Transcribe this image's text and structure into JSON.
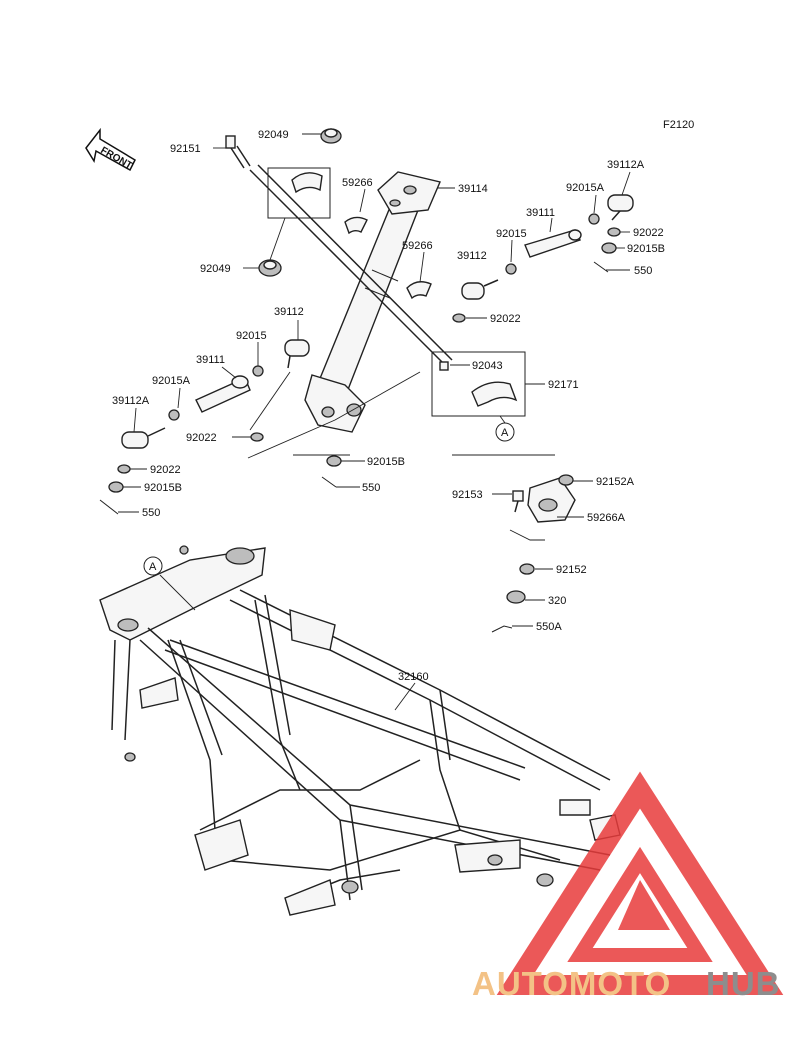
{
  "diagram_code": "F2120",
  "front_label": "FRONT",
  "callouts": {
    "ref_a_top": "A",
    "ref_a_frame": "A"
  },
  "parts": {
    "p92151": "92151",
    "p92049_top": "92049",
    "p92049_bottom": "92049",
    "p59266_left": "59266",
    "p59266_right": "59266",
    "p39114": "39114",
    "p39112a_right": "39112A",
    "p92015a_right": "92015A",
    "p39111_right": "39111",
    "p92015_right": "92015",
    "p92022_right_top": "92022",
    "p92015b_right": "92015B",
    "p39112_right": "39112",
    "p550_right": "550",
    "p92022_right_mid": "92022",
    "p39112_left": "39112",
    "p92015_left": "92015",
    "p39111_left": "39111",
    "p92015a_left": "92015A",
    "p39112a_left": "39112A",
    "p92022_left_mid": "92022",
    "p92022_left_low": "92022",
    "p92015b_left": "92015B",
    "p550_left": "550",
    "p92015b_center": "92015B",
    "p550_center": "550",
    "p92043": "92043",
    "p92171": "92171",
    "p92152a": "92152A",
    "p92153": "92153",
    "p59266a": "59266A",
    "p92152": "92152",
    "p320": "320",
    "p550a": "550A",
    "p32160": "32160"
  },
  "watermark": {
    "part1": "AUTOMOTO",
    "part2": "HUB",
    "color1": "#f2b872",
    "color2": "#7a7a7a",
    "triangle_color": "#e83b3b"
  }
}
